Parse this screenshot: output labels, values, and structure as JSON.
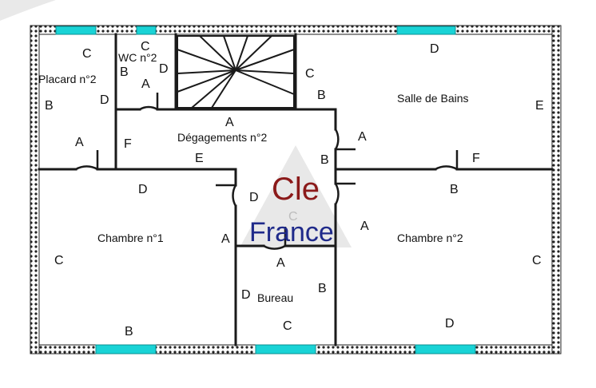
{
  "rooms": {
    "placard": "Placard n°2",
    "wc": "WC n°2",
    "salle_de_bains": "Salle de Bains",
    "degagements": "Dégagements n°2",
    "chambre1": "Chambre n°1",
    "chambre2": "Chambre n°2",
    "bureau": "Bureau"
  },
  "wall_labels": {
    "placard_top": "C",
    "placard_left": "B",
    "placard_right": "D",
    "placard_door": "A",
    "wc_top": "C",
    "wc_left": "B",
    "wc_right": "D",
    "wc_door": "A",
    "stairs_right": "C",
    "sdb_top": "D",
    "sdb_left": "B",
    "sdb_right": "E",
    "sdb_door": "A",
    "sdb_bottom": "F",
    "deg_top": "A",
    "deg_left": "F",
    "deg_bottom": "E",
    "deg_right": "B",
    "deg_door_left": "D",
    "ch1_top": "D",
    "ch1_left": "C",
    "ch1_bottom": "B",
    "ch1_door": "A",
    "ch2_top": "B",
    "ch2_right": "C",
    "ch2_bottom": "D",
    "ch2_door": "A",
    "bureau_door": "A",
    "bureau_left": "D",
    "bureau_right": "B",
    "bureau_bottom": "C",
    "bureau_top": "C"
  },
  "watermark": {
    "line1": "Cle",
    "line2": "France"
  },
  "colors": {
    "wall": "#1a1a1a",
    "window": "#19d3d6",
    "watermark_red": "#8b1a1a",
    "watermark_blue": "#1f2a8a",
    "watermark_triangle": "#e6e6e6"
  }
}
